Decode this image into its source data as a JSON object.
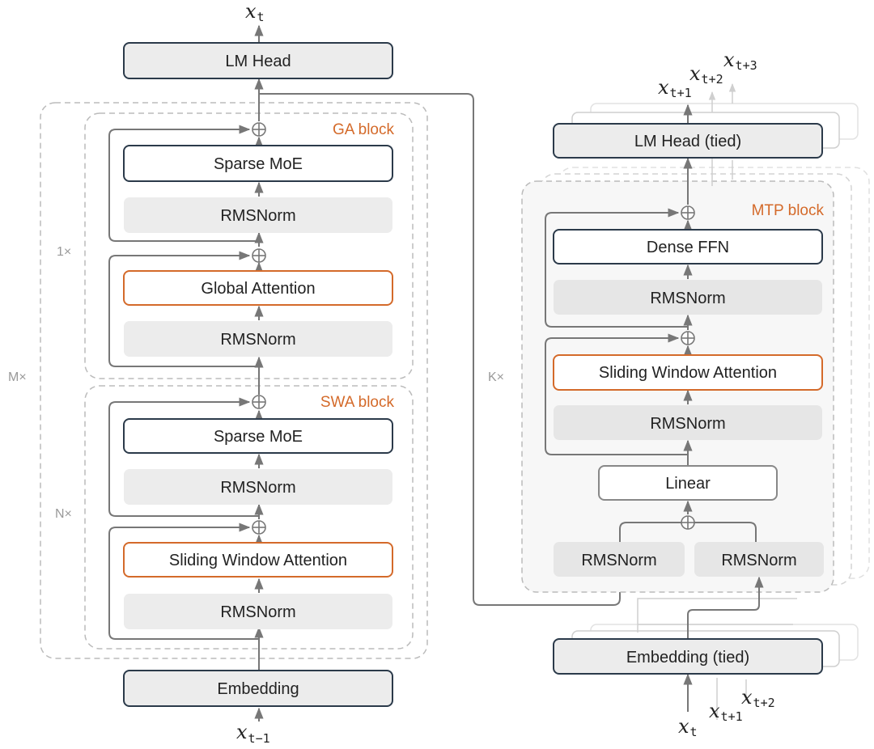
{
  "left_stack": {
    "output_var": "x",
    "output_sub": "t",
    "lm_head": "LM Head",
    "ga_block_title": "GA block",
    "swa_block_title": "SWA block",
    "mult_outer": "M×",
    "mult_ga": "1×",
    "mult_swa": "N×",
    "ga_moe": "Sparse MoE",
    "ga_norm_upper": "RMSNorm",
    "ga_attention": "Global Attention",
    "ga_norm_lower": "RMSNorm",
    "swa_moe": "Sparse MoE",
    "swa_norm_upper": "RMSNorm",
    "swa_attention": "Sliding Window Attention",
    "swa_norm_lower": "RMSNorm",
    "embedding": "Embedding",
    "input_var": "x",
    "input_sub": "t−1"
  },
  "mtp_stack": {
    "out1_var": "x",
    "out1_sub": "t+1",
    "out2_var": "x",
    "out2_sub": "t+2",
    "out3_var": "x",
    "out3_sub": "t+3",
    "lm_head": "LM Head (tied)",
    "block_title": "MTP block",
    "mult": "K×",
    "ffn": "Dense FFN",
    "ffn_norm": "RMSNorm",
    "attention": "Sliding Window Attention",
    "attn_norm": "RMSNorm",
    "linear": "Linear",
    "hidden_norm": "RMSNorm",
    "embed_norm": "RMSNorm",
    "embedding": "Embedding (tied)",
    "in1_var": "x",
    "in1_sub": "t",
    "in2_var": "x",
    "in2_sub": "t+1",
    "in3_var": "x",
    "in3_sub": "t+2"
  },
  "colors": {
    "accent": "#d46a2a",
    "box_fill": "#ececec",
    "border_dark": "#2b3a4a",
    "arrow": "#777777",
    "dashed": "#bbbbbb"
  }
}
